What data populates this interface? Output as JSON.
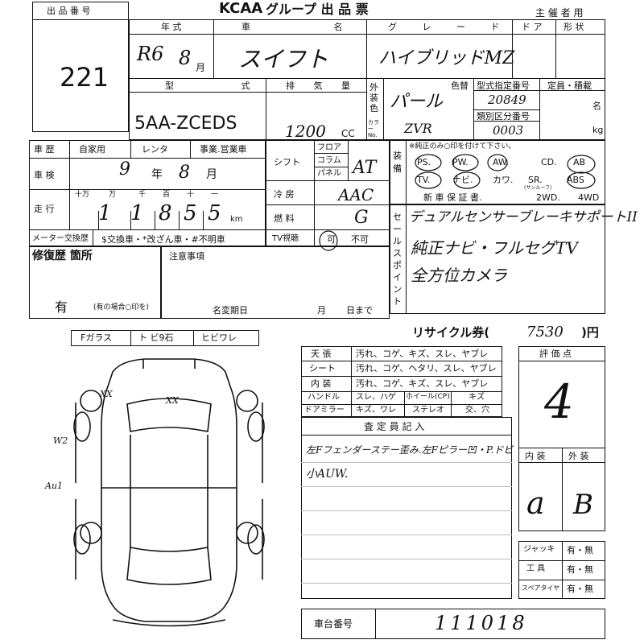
{
  "header": {
    "logo": "KCAA",
    "title": "グループ 出 品 票",
    "organizer": "主 催 者 用"
  },
  "lot": {
    "label": "出 品 番 号",
    "number": "221"
  },
  "row1": {
    "year_label": "年 式",
    "car_label": "車 名",
    "grade_label": "グ レ ー ド",
    "door_label": "ド ア",
    "shape_label": "形 状",
    "year_value": "R6",
    "month_value": "8",
    "month_unit": "月",
    "car_value": "スイフト",
    "grade_value": "ハイブリッドMZ"
  },
  "row2": {
    "model_label": "型 式",
    "engine_label": "排 気 量",
    "exterior_label": "外装色",
    "color_no_label": "カラーNo.",
    "color_change_label": "色替",
    "type_no_label": "型式指定番号",
    "class_no_label": "類別区分番号",
    "capacity_label": "定員・積載",
    "capacity_unit_1": "名",
    "capacity_unit_2": "kg",
    "model_value": "5AA-ZCEDS",
    "engine_value": "1200",
    "engine_unit": "CC",
    "color_value": "パール",
    "color_code": "ZVR",
    "type_no_value": "20849",
    "class_no_value": "0003"
  },
  "history": {
    "label": "車 歴",
    "options": [
      "自家用",
      "レンタ",
      "事業.営業車"
    ]
  },
  "inspection": {
    "label": "車 検",
    "year_value": "9",
    "year_unit": "年",
    "month_value": "8",
    "month_unit": "月"
  },
  "mileage": {
    "label": "走 行",
    "digit_labels": [
      "十万",
      "万",
      "千",
      "百",
      "十",
      "一"
    ],
    "digits": [
      "1",
      "1",
      "8",
      "5",
      "5"
    ],
    "unit": "km"
  },
  "meter_row": {
    "exchange_label": "メーター交換歴",
    "notes": "$交換車・*改ざん車・#不明車"
  },
  "shift": {
    "label": "シフト",
    "options": [
      "フロア",
      "コラム",
      "パネル"
    ],
    "value": "AT"
  },
  "aircon": {
    "label": "冷 房",
    "value": "AAC"
  },
  "fuel": {
    "label": "燃 料",
    "value": "G"
  },
  "tv": {
    "label": "TV視聴",
    "yes": "可",
    "no": "不可"
  },
  "equipment": {
    "label": "装備",
    "note": "※純正のみ○印を付けて下さい。",
    "row1": [
      "PS.",
      "PW.",
      "AW.",
      "CD.",
      "AB"
    ],
    "row2": [
      "TV.",
      "ナビ.",
      "カワ.",
      "SR.",
      "ABS"
    ],
    "row3": [
      "新 車 保 証 書.",
      "2WD.",
      "4WD"
    ],
    "sunroof_note": "(サンルーフ)"
  },
  "sales_point": {
    "label": "セールスポイント",
    "lines": [
      "デュアルセンサーブレーキサポートII",
      "純正ナビ・フルセグTV",
      "全方位カメラ"
    ]
  },
  "repair": {
    "label": "修復歴 箇所",
    "value": "有",
    "note": "(有の場合○印を)"
  },
  "notes_box": {
    "label": "注意事項",
    "name_change_label": "名変期日",
    "month_unit": "月",
    "day_unit": "日まで"
  },
  "glass": [
    "Fガラス",
    "ト ビ9石",
    "ヒビワレ"
  ],
  "recycle": {
    "label": "リサイクル券(",
    "value": "7530",
    "unit": ")円"
  },
  "condition_table": {
    "rows": [
      {
        "label": "天 張",
        "desc": "汚れ、コゲ、キズ、スレ、ヤブレ"
      },
      {
        "label": "シート",
        "desc": "汚れ、コゲ、ヘタリ、スレ、ヤブレ"
      },
      {
        "label": "内 装",
        "desc": "汚れ、コゲ、キズ、スレ、ヤブレ"
      }
    ],
    "handle": {
      "label": "ハンドル",
      "desc": "スレ、ハゲ",
      "wheel": "ホイール(CP)",
      "wheel_desc": "キズ"
    },
    "mirror": {
      "label": "ドアミラー",
      "desc": "キズ、ワレ",
      "stereo": "ステレオ",
      "stereo_desc": "交、穴"
    }
  },
  "inspector": {
    "label": "査 定 員 記 入",
    "lines": [
      "左Fフェンダーステー歪み.左Fピラー凹・P.ドビ",
      "小AUW."
    ]
  },
  "score": {
    "label": "評 価 点",
    "value": "4",
    "interior_label": "内 装",
    "exterior_label": "外 装",
    "interior_value": "a",
    "exterior_value": "B"
  },
  "tools": {
    "rows": [
      {
        "label": "ジャッキ",
        "value": "有・無"
      },
      {
        "label": "工 具",
        "value": "有・無"
      },
      {
        "label": "スペアタイヤ",
        "value": "有・無"
      }
    ]
  },
  "chassis": {
    "label": "車台番号",
    "value": "111018"
  },
  "diagram_marks": {
    "wz": "W2",
    "au1": "Au1",
    "xx1": "XX",
    "xx2": "XX"
  }
}
